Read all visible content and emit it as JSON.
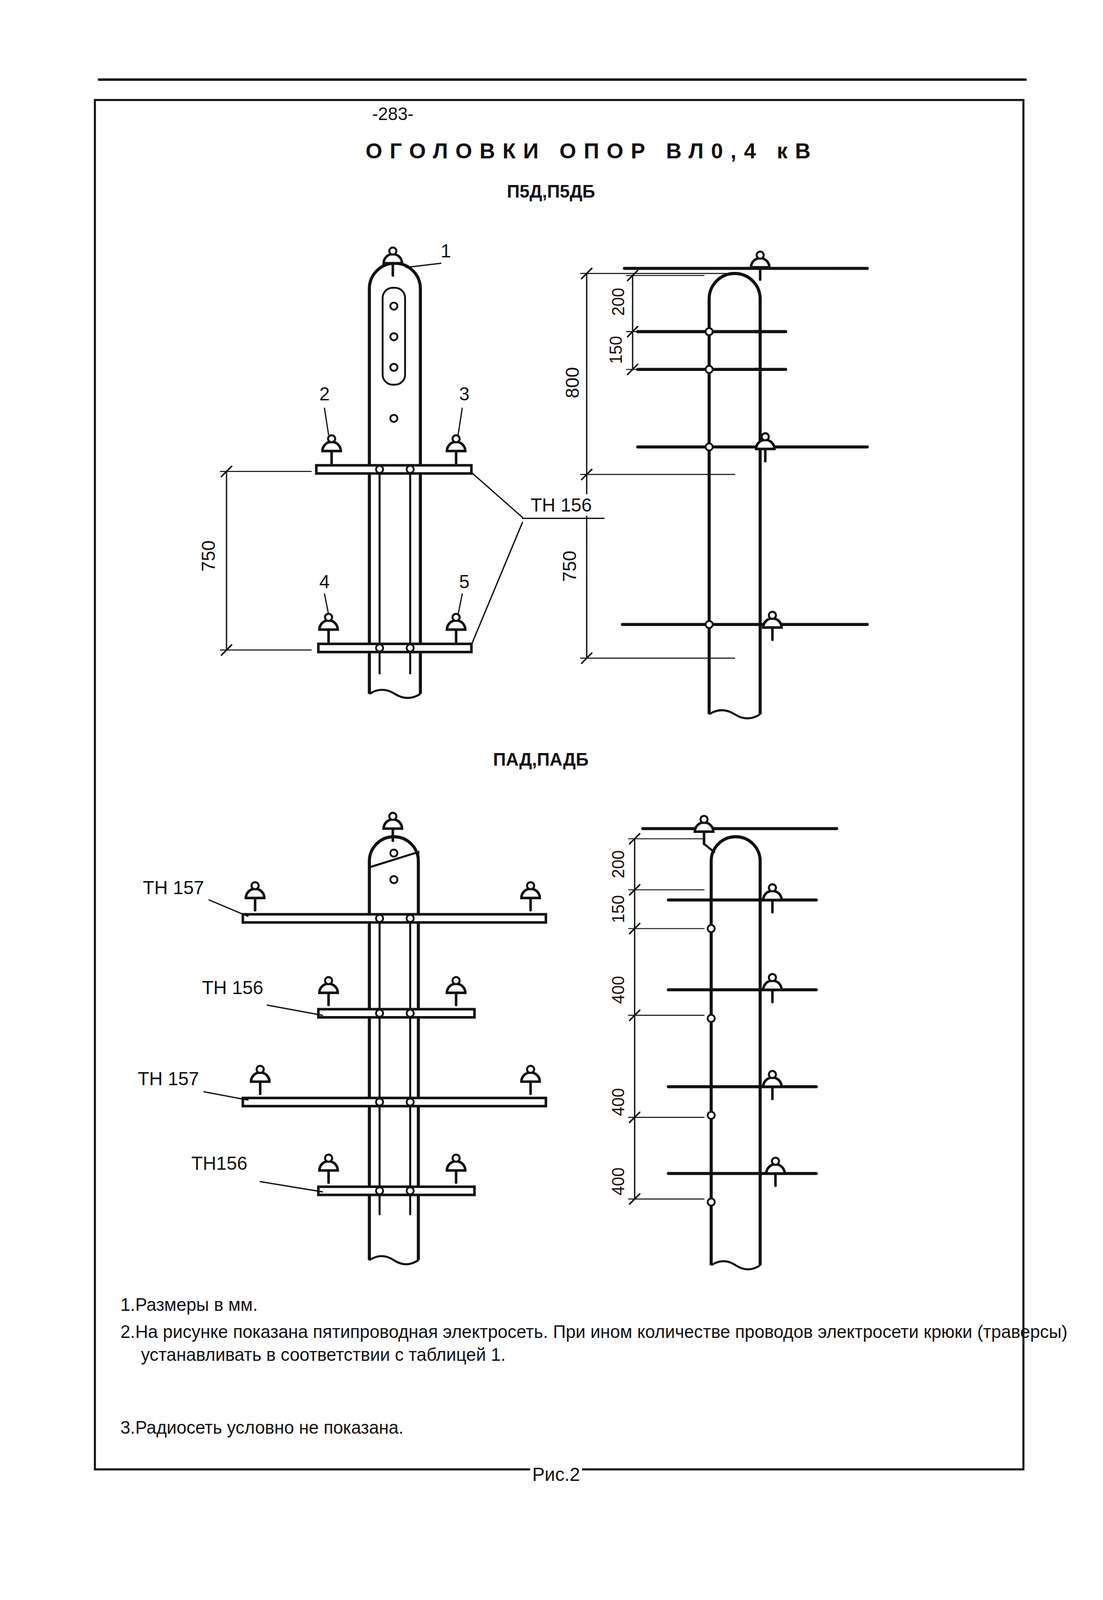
{
  "diagram": {
    "title": "ОГОЛОВКИ ОПОР ВЛ0,4 кВ",
    "caption": "Рис.2",
    "labels": [
      "-283-",
      "П5Д,П5ДБ",
      "1",
      "2",
      "3",
      "4",
      "5",
      "ТН 156",
      "750",
      "200",
      "150",
      "800",
      "750",
      "ПАД,ПАДБ",
      "ТН 157",
      "ТН 156",
      "ТН 157",
      "ТН156",
      "200",
      "150",
      "400",
      "400",
      "400",
      "1.Размеры в мм.",
      "2.На рисунке показана пятипроводная электросеть. При ином количестве проводов электросети крюки (траверсы) устанавливать в соответствии с таблицей 1.",
      "3.Радиосеть условно не показана."
    ]
  }
}
